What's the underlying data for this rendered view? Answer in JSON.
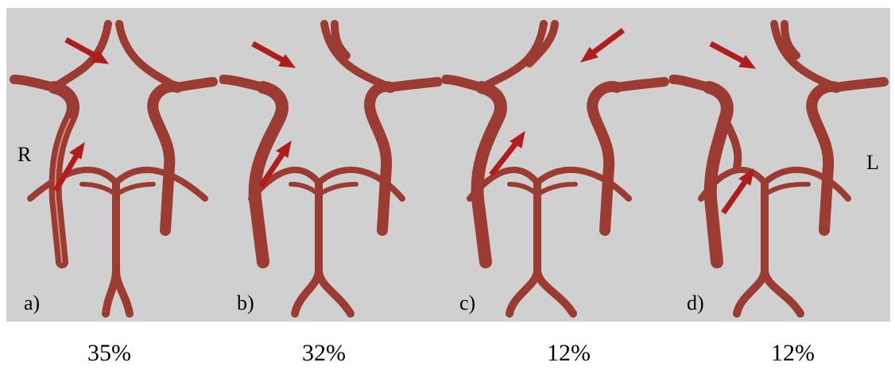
{
  "panels": [
    {
      "label": "a)",
      "percent": "35%",
      "variant": "a"
    },
    {
      "label": "b)",
      "percent": "32%",
      "variant": "b"
    },
    {
      "label": "c)",
      "percent": "12%",
      "variant": "c"
    },
    {
      "label": "d)",
      "percent": "12%",
      "variant": "d"
    }
  ],
  "side_labels": {
    "right": "R",
    "left": "L"
  },
  "colors": {
    "background": "#d0d0d0",
    "vessel": "#9b3b32",
    "vessel_highlight": "#d58a7e",
    "arrow": "#b01d1d"
  }
}
